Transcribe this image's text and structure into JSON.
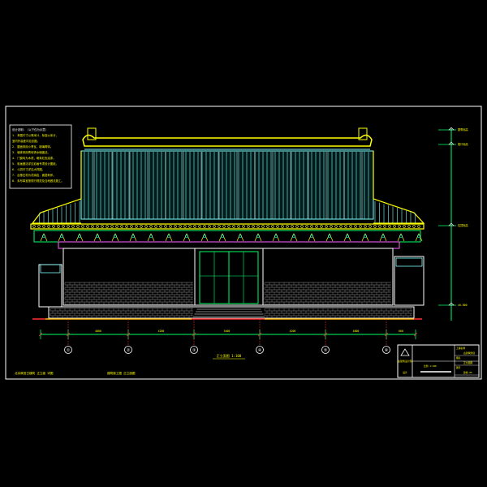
{
  "drawing": {
    "notes": {
      "lines": [
        "设计说明：（以下仅为示意）",
        "1. 本图尺寸以毫米计，标高以米计，",
        "   室内外高差详见总图。",
        "2. 屋面采用小青瓦，琉璃脊饰。",
        "3. 墙体采用青砖清水墙做法。",
        "4. 门窗均为木质，刷朱红色油漆。",
        "5. 彩画做法详见彩画专项设计图纸。",
        "6. 斗拱尺寸详见大样图。",
        "7. 台基石材为花岗岩，面层剁斧。",
        "8. 未尽事宜按现行规范及当地做法施工。"
      ]
    },
    "elevation_marks": [
      "屋脊标高",
      "檐口标高",
      "柱顶标高",
      "±0.000"
    ],
    "dimensions": [
      "4800",
      "4200",
      "5400",
      "4200",
      "4800",
      "600"
    ],
    "axis_labels": [
      "①",
      "②",
      "③",
      "④",
      "⑤",
      "⑥"
    ],
    "elevation_title": "正立面图 1:100",
    "bottom_left_note": "北京故宫古建筑 正立面 详图",
    "bottom_mid_note": "建筑施工图 正立面图",
    "title_block": {
      "company": "古建筑设计院",
      "rows": [
        "工程名称",
        "古建筑修缮",
        "图名",
        "正立面图",
        "图号",
        "建施-05"
      ],
      "scale_label": "比例 1:100",
      "mini_label": "设计"
    },
    "colors": {
      "frame": "#ffffff",
      "roof_tiles": "#7fffff",
      "eaves": "#ffff00",
      "brick": "#9a9a9a",
      "door": "#00ff66",
      "dimension": "#ff3030",
      "background": "#000000"
    }
  }
}
